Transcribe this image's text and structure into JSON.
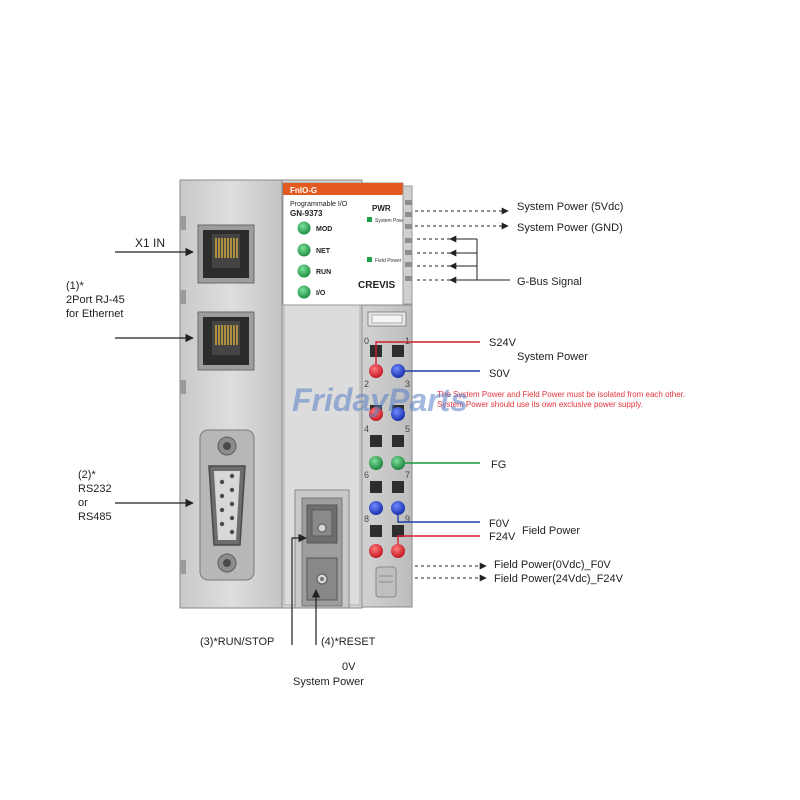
{
  "watermark": "FridayParts",
  "device": {
    "model_line": "FnIO-G",
    "product_type": "Programmable I/O",
    "model_number": "GN-9373",
    "brand": "CREVIS",
    "pwr_label": "PWR",
    "led_system_power": "System Power",
    "led_field_power": "Field Power",
    "status_leds": [
      "MOD",
      "NET",
      "RUN",
      "I/O"
    ],
    "terminal_numbers": [
      "0",
      "1",
      "2",
      "3",
      "4",
      "5",
      "6",
      "7",
      "8",
      "9"
    ]
  },
  "callouts": {
    "x1_in": "X1 IN",
    "rj45_1": "(1)*",
    "rj45_2": "2Port RJ-45",
    "rj45_3": "for Ethernet",
    "serial_1": "(2)*",
    "serial_2": "RS232",
    "serial_3": "or",
    "serial_4": "RS485",
    "run_stop": "(3)*RUN/STOP",
    "reset": "(4)*RESET",
    "zero_v": "0V",
    "zero_v_sub": "System Power",
    "sys_power_5v": "System Power (5Vdc)",
    "sys_power_gnd": "System Power (GND)",
    "gbus": "G-Bus Signal",
    "s24v": "S24V",
    "system_power": "System Power",
    "s0v": "S0V",
    "note_line1": "The System Power and Field Power must be isolated from each other.",
    "note_line2": "System Power  should use its own exclusive power supply.",
    "fg": "FG",
    "f0v": "F0V",
    "f24v": "F24V",
    "field_power": "Field Power",
    "field_power_0v": "Field Power(0Vdc)_F0V",
    "field_power_24v": "Field Power(24Vdc)_F24V"
  },
  "colors": {
    "red_wire": "#d21e2a",
    "blue_wire": "#1e3ea8",
    "green_wire": "#1c9a3a",
    "led_green": "#1ea04a",
    "header_orange": "#e25a1f",
    "watermark_blue": "#5a7fc4",
    "note_red": "#e0333c"
  }
}
